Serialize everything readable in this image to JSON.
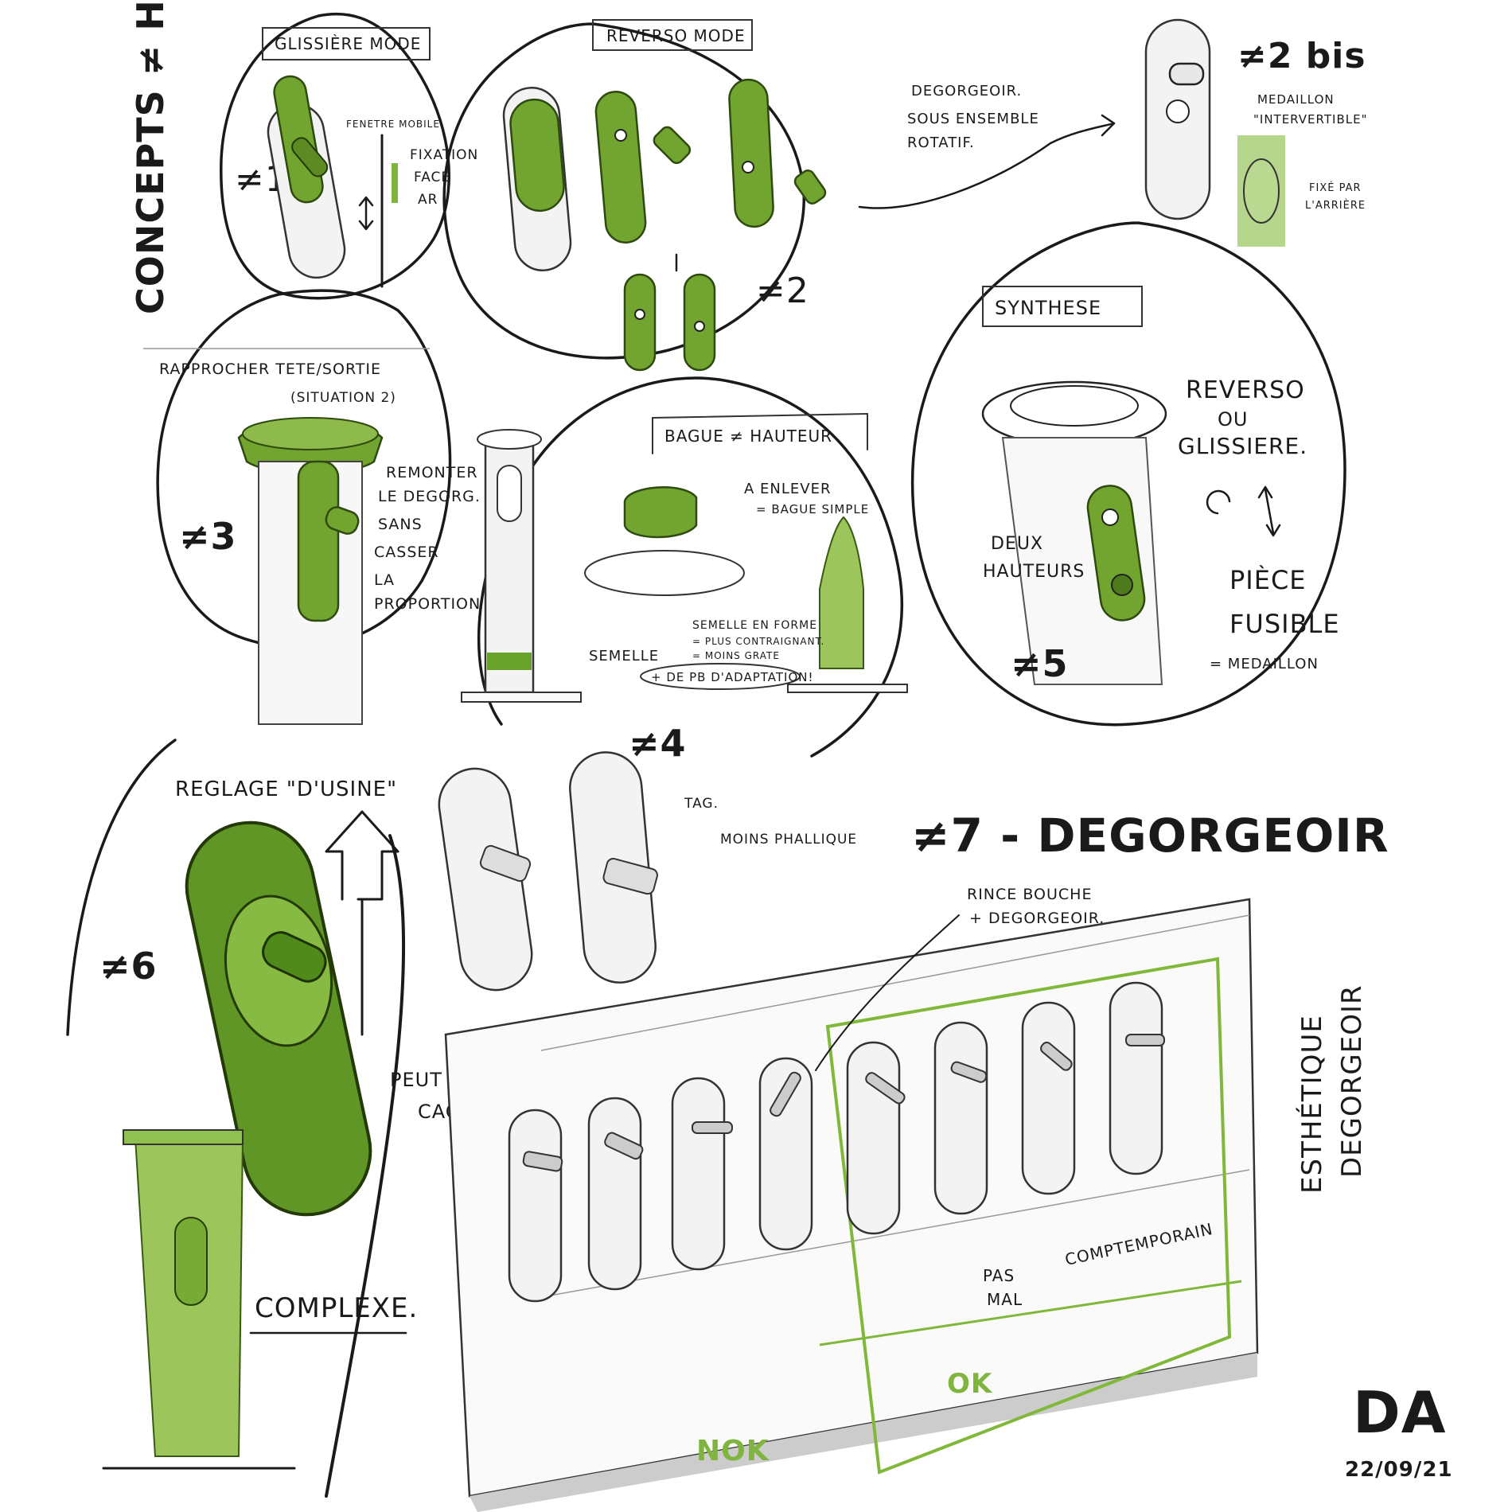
{
  "title": "CONCEPTS ≠ HAUTEURS.",
  "colors": {
    "accent_green": "#72a52f",
    "ink": "#1a1a1a",
    "light_green": "#9cc65c"
  },
  "concept1": {
    "tag": "GLISSIÈRE MODE",
    "label": "≠1",
    "note_top": "FENETRE MOBILE",
    "note_side": [
      "FIXATION",
      "FACE",
      "AR"
    ]
  },
  "concept2": {
    "tag": "REVERSO MODE",
    "label": "≠2",
    "note": [
      "DEGORGEOIR.",
      "SOUS ENSEMBLE",
      "ROTATIF."
    ]
  },
  "concept2bis": {
    "label": "≠2 bis",
    "medal_note": [
      "MEDAILLON",
      "\"INTERVERTIBLE\""
    ],
    "back_note": [
      "FIXÉ PAR",
      "L'ARRIÈRE"
    ]
  },
  "concept3": {
    "tag": "RAPPROCHER TETE/SORTIE",
    "subtag": "(SITUATION 2)",
    "label": "≠3",
    "note": [
      "REMONTER",
      "LE DEGORG.",
      "SANS",
      "CASSER",
      "LA",
      "PROPORTION"
    ]
  },
  "concept4": {
    "tag": "BAGUE ≠ HAUTEUR",
    "label": "≠4",
    "remove_note": [
      "A ENLEVER",
      "= BAGUE SIMPLE"
    ],
    "semelle": "SEMELLE",
    "semelle_note": [
      "SEMELLE EN FORME",
      "= PLUS CONTRAIGNANT.",
      "= MOINS GRATE"
    ],
    "pb_note": "+ DE PB D'ADAPTATION!"
  },
  "concept5": {
    "tag": "SYNTHESE",
    "label": "≠5",
    "reverso": [
      "REVERSO",
      "OU",
      "GLISSIERE."
    ],
    "two_heights": [
      "DEUX",
      "HAUTEURS"
    ],
    "fuse_piece": [
      "PIÈCE",
      "FUSIBLE"
    ],
    "medal": "= MEDAILLON"
  },
  "concept6": {
    "tag": "REGLAGE \"D'USINE\"",
    "label": "≠6",
    "hidden_note": [
      "PEUT ETRE",
      "CACHÉ."
    ],
    "complex": "COMPLEXE."
  },
  "concept7": {
    "title": "≠7 - DEGORGEOIR",
    "tag_note": "TAG.",
    "less_phallic": "MOINS PHALLIQUE",
    "rince": [
      "RINCE BOUCHE",
      "+ DEGORGEOIR."
    ],
    "pas_mal": [
      "PAS",
      "MAL"
    ],
    "contemporain": "COMPTEMPORAIN",
    "ok": "OK",
    "nok": "NOK",
    "aesthetics": [
      "ESTHÉTIQUE",
      "DEGORGEOIR"
    ]
  },
  "signature": {
    "initials": "DA",
    "date": "22/09/21"
  }
}
